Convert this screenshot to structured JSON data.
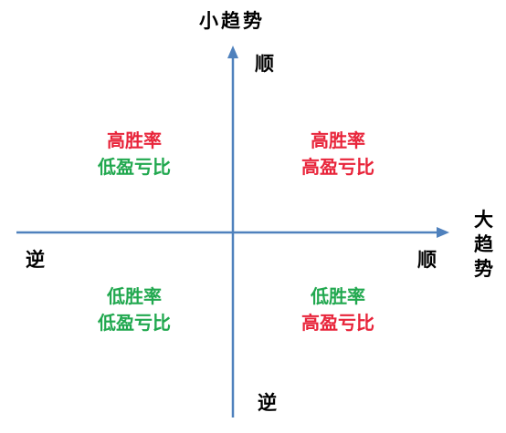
{
  "axes": {
    "vertical": {
      "title": "小趋势",
      "positive_end": "顺",
      "negative_end": "逆"
    },
    "horizontal": {
      "title_chars": [
        "大",
        "趋",
        "势"
      ],
      "positive_end": "顺",
      "negative_end": "逆"
    },
    "axis_color": "#4f81bd"
  },
  "colors": {
    "red": "#e8243a",
    "green": "#21a84f"
  },
  "quadrants": {
    "top_left": {
      "line1": "高胜率",
      "line1_color": "red",
      "line2": "低盈亏比",
      "line2_color": "green"
    },
    "top_right": {
      "line1": "高胜率",
      "line1_color": "red",
      "line2": "高盈亏比",
      "line2_color": "red"
    },
    "bottom_left": {
      "line1": "低胜率",
      "line1_color": "green",
      "line2": "低盈亏比",
      "line2_color": "green"
    },
    "bottom_right": {
      "line1": "低胜率",
      "line1_color": "green",
      "line2": "高盈亏比",
      "line2_color": "red"
    }
  }
}
